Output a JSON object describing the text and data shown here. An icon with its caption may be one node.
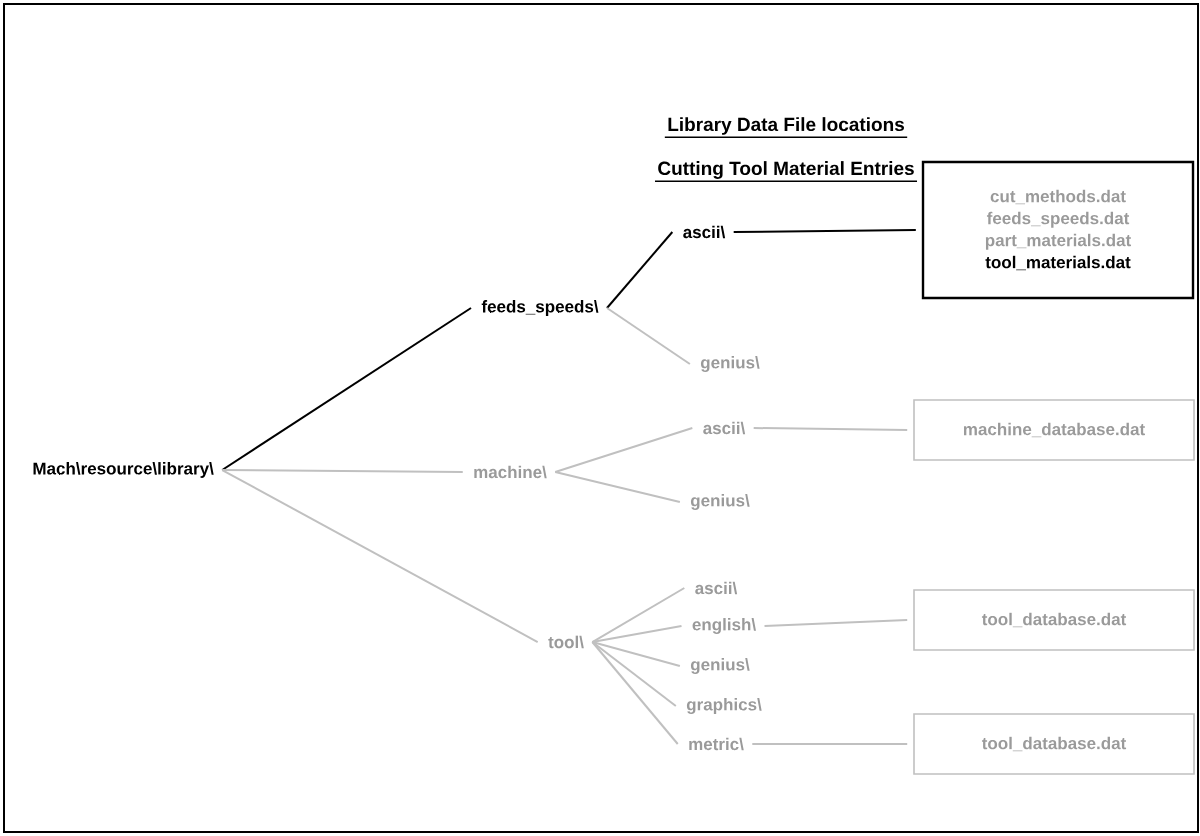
{
  "diagram": {
    "title": "Library Data File locations",
    "nodes": [
      {
        "text": [
          "Mach\\resource\\library\\"
        ]
      },
      {
        "text": [
          "feeds_speeds\\"
        ]
      },
      {
        "text": [
          "ascii\\"
        ]
      },
      {
        "text": [
          "cut_methods.dat",
          "feeds_speeds.dat",
          "part_materials.dat",
          "tool_materials.dat"
        ]
      },
      {
        "text": [
          "genius\\"
        ]
      },
      {
        "text": [
          "machine\\"
        ]
      },
      {
        "text": [
          "ascii\\"
        ]
      },
      {
        "text": [
          "machine_database.dat"
        ]
      },
      {
        "text": [
          "genius\\"
        ]
      },
      {
        "text": [
          "tool\\"
        ]
      },
      {
        "text": [
          "ascii\\"
        ]
      },
      {
        "text": [
          "english\\"
        ]
      },
      {
        "text": [
          "tool_database.dat"
        ]
      },
      {
        "text": [
          "genius\\"
        ]
      },
      {
        "text": [
          "graphics\\"
        ]
      },
      {
        "text": [
          "metric\\"
        ]
      },
      {
        "text": [
          "tool_database.dat"
        ]
      }
    ],
    "edges": [
      {
        "from": 0,
        "to": 1,
        "arrow": "none",
        "color": "#000000"
      },
      {
        "from": 0,
        "to": 5,
        "arrow": "none"
      },
      {
        "from": 0,
        "to": 9,
        "arrow": "none"
      },
      {
        "from": 1,
        "to": 2,
        "arrow": "none",
        "color": "#000000"
      },
      {
        "from": 1,
        "to": 4,
        "arrow": "none"
      },
      {
        "from": 2,
        "to": 3,
        "arrow": "none",
        "color": "#000000"
      },
      {
        "from": 5,
        "to": 6,
        "arrow": "none"
      },
      {
        "from": 5,
        "to": 8,
        "arrow": "none"
      },
      {
        "from": 6,
        "to": 7,
        "arrow": "none"
      },
      {
        "from": 9,
        "to": 10,
        "arrow": "none"
      },
      {
        "from": 9,
        "to": 11,
        "arrow": "none"
      },
      {
        "from": 9,
        "to": 13,
        "arrow": "none"
      },
      {
        "from": 9,
        "to": 14,
        "arrow": "none"
      },
      {
        "from": 9,
        "to": 15,
        "arrow": "none"
      },
      {
        "from": 11,
        "to": 12,
        "arrow": "none"
      },
      {
        "from": 15,
        "to": 16,
        "arrow": "none"
      }
    ],
    "labels": [
      "Cutting Tool Material Entries"
    ]
  }
}
